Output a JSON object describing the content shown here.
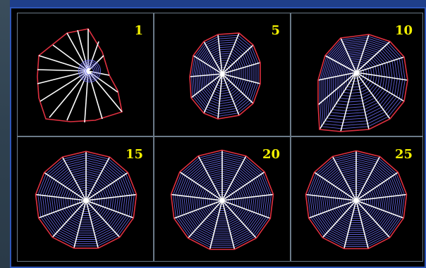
{
  "panels": [
    {
      "number": "1"
    },
    {
      "number": "5"
    },
    {
      "number": "10"
    },
    {
      "number": "15"
    },
    {
      "number": "20"
    },
    {
      "number": "25"
    }
  ],
  "colors": {
    "background": "#000000",
    "outline": "#e03040",
    "spokes": "#ffffff",
    "rings": "#6a6af0",
    "label": "#f2f000",
    "frame": "#2e56b8",
    "divider": "#6b7a88"
  }
}
